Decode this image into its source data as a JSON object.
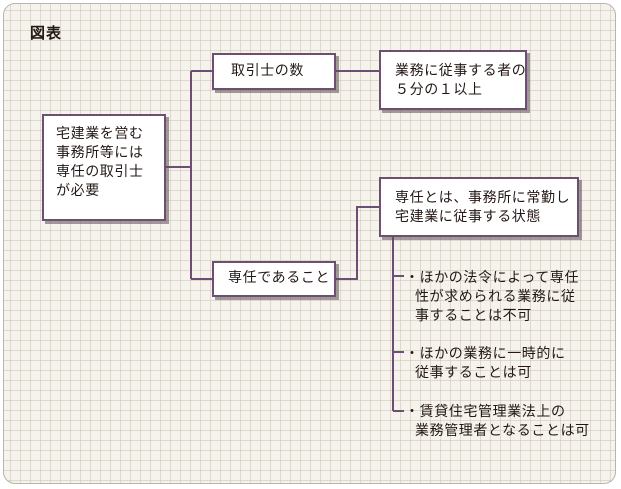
{
  "diagram": {
    "title": "図表",
    "line_color": "#6e4f73",
    "root": {
      "lines": [
        "宅建業を営む",
        "事務所等には",
        "専任の取引士",
        "が必要"
      ]
    },
    "branch_count": {
      "label": "取引士の数",
      "detail_lines": [
        "業務に従事する者の",
        "５分の１以上"
      ]
    },
    "branch_dedicated": {
      "label": "専任であること",
      "definition_lines": [
        "専任とは、事務所に常勤し",
        "宅建業に従事する状態"
      ],
      "notes": [
        {
          "lines": [
            "・ほかの法令によって専任",
            "性が求められる業務に従",
            "事することは不可"
          ]
        },
        {
          "lines": [
            "・ほかの業務に一時的に",
            "従事することは可"
          ]
        },
        {
          "lines": [
            "・賃貸住宅管理業法上の",
            "業務管理者となることは可"
          ]
        }
      ]
    }
  }
}
